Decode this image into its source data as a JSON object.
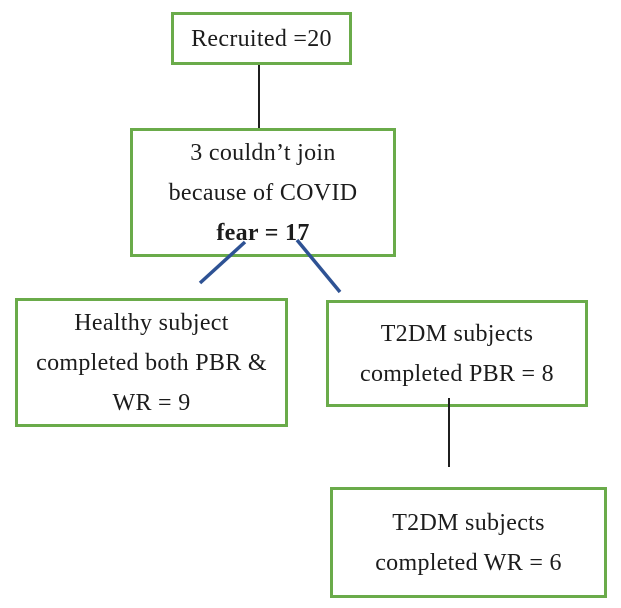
{
  "colors": {
    "box-border": "#6aab4a",
    "connector": "#1f1f1f",
    "branch": "#2e5294",
    "text": "#1c1c1c",
    "background": "#ffffff"
  },
  "chart_data": {
    "type": "flowchart",
    "title": "Participant flow",
    "nodes": [
      {
        "id": "recruited",
        "text": "Recruited =20",
        "value": 20
      },
      {
        "id": "covid",
        "text": "3 couldn’t join because of COVID fear = 17",
        "value": 17
      },
      {
        "id": "healthy",
        "text": "Healthy subject completed both PBR & WR = 9",
        "value": 9
      },
      {
        "id": "t2dm_pbr",
        "text": "T2DM subjects completed PBR = 8",
        "value": 8
      },
      {
        "id": "t2dm_wr",
        "text": "T2DM subjects completed WR = 6",
        "value": 6
      }
    ],
    "edges": [
      {
        "from": "recruited",
        "to": "covid",
        "style": "vertical-black"
      },
      {
        "from": "covid",
        "to": "healthy",
        "style": "diagonal-blue"
      },
      {
        "from": "covid",
        "to": "t2dm_pbr",
        "style": "diagonal-blue"
      },
      {
        "from": "t2dm_pbr",
        "to": "t2dm_wr",
        "style": "vertical-black"
      }
    ]
  },
  "boxes": {
    "recruited": {
      "line1": "Recruited =20"
    },
    "covid": {
      "line1": "3 couldn’t join",
      "line2": "because of COVID",
      "line3": "fear = 17"
    },
    "healthy": {
      "line1": "Healthy subject",
      "line2": "completed both PBR &",
      "line3": "WR = 9"
    },
    "t2dm_pbr": {
      "line1": "T2DM subjects",
      "line2": "completed PBR = 8"
    },
    "t2dm_wr": {
      "line1": "T2DM subjects",
      "line2": "completed WR = 6"
    }
  }
}
